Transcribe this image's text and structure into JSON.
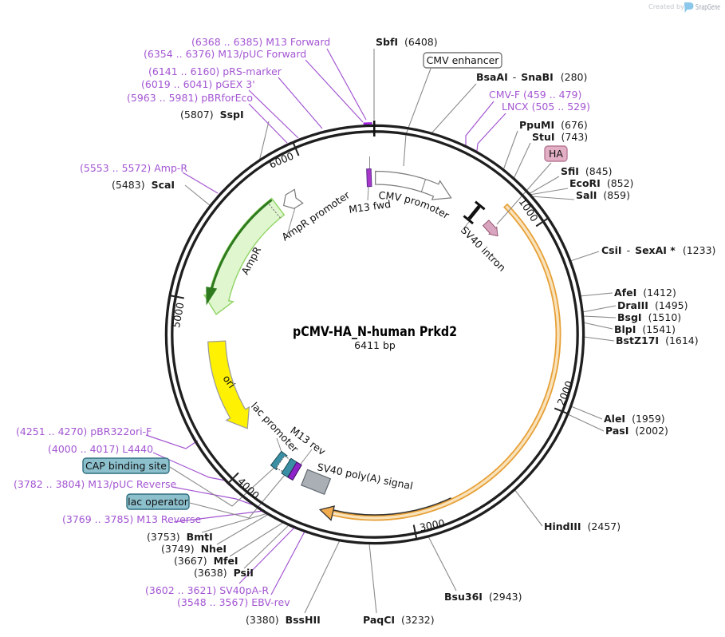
{
  "title": {
    "name": "pCMV-HA_N-human Prkd2",
    "size": "6411 bp"
  },
  "watermark": {
    "prefix": "Created by",
    "brand": "SnapGene",
    "icon": "snapgene-logo"
  },
  "scale": {
    "ticks": [
      "1000",
      "2000",
      "3000",
      "4000",
      "5000",
      "6000"
    ],
    "total_bp": 6411
  },
  "enzymes": [
    {
      "name": "SbfI",
      "pos": "(6408)"
    },
    {
      "name": "BsaAI",
      "sep": "-",
      "name2": "SnaBI",
      "pos": "(280)"
    },
    {
      "name": "PpuMI",
      "pos": "(676)"
    },
    {
      "name": "StuI",
      "pos": "(743)"
    },
    {
      "name": "SfiI",
      "pos": "(845)"
    },
    {
      "name": "EcoRI",
      "pos": "(852)"
    },
    {
      "name": "SalI",
      "pos": "(859)"
    },
    {
      "name": "CsiI",
      "sep": "-",
      "name2": "SexAI *",
      "pos": "(1233)"
    },
    {
      "name": "AfeI",
      "pos": "(1412)"
    },
    {
      "name": "DraIII",
      "pos": "(1495)"
    },
    {
      "name": "BsgI",
      "pos": "(1510)"
    },
    {
      "name": "BlpI",
      "pos": "(1541)"
    },
    {
      "name": "BstZ17I",
      "pos": "(1614)"
    },
    {
      "name": "AleI",
      "pos": "(1959)"
    },
    {
      "name": "PasI",
      "pos": "(2002)"
    },
    {
      "name": "HindIII",
      "pos": "(2457)"
    },
    {
      "name": "Bsu36I",
      "pos": "(2943)"
    },
    {
      "name": "PaqCI",
      "pos": "(3232)"
    },
    {
      "name": "BssHII",
      "pos": "(3380)"
    },
    {
      "name": "PsiI",
      "pos": "(3638)"
    },
    {
      "name": "MfeI",
      "pos": "(3667)"
    },
    {
      "name": "NheI",
      "pos": "(3749)"
    },
    {
      "name": "BmtI",
      "pos": "(3753)"
    },
    {
      "name": "ScaI",
      "pos": "(5483)"
    },
    {
      "name": "SspI",
      "pos": "(5807)"
    }
  ],
  "primers": [
    {
      "text": "(6368 .. 6385)  M13 Forward"
    },
    {
      "text": "(6354 .. 6376)  M13/pUC Forward"
    },
    {
      "text": "(6141 .. 6160)  pRS-marker"
    },
    {
      "text": "(6019 .. 6041)  pGEX 3'"
    },
    {
      "text": "(5963 .. 5981)  pBRforEco"
    },
    {
      "text": "(5553 .. 5572)  Amp-R"
    },
    {
      "text": "CMV-F  (459 .. 479)"
    },
    {
      "text": "LNCX  (505 .. 529)"
    },
    {
      "text": "(4251 .. 4270)  pBR322ori-F"
    },
    {
      "text": "(4000 .. 4017)  L4440"
    },
    {
      "text": "(3782 .. 3804)  M13/pUC Reverse"
    },
    {
      "text": "(3769 .. 3785)  M13 Reverse"
    },
    {
      "text": "(3602 .. 3621)  SV40pA-R"
    },
    {
      "text": "(3548 .. 3567)  EBV-rev"
    }
  ],
  "boxed": {
    "cmv_enhancer": "CMV enhancer",
    "ha": "HA",
    "cap": "CAP binding site",
    "lac_operator": "lac operator"
  },
  "features": {
    "cmv_promoter": "CMV promoter",
    "m13_fwd": "M13 fwd",
    "sv40_intron": "SV40 intron",
    "ampr": "AmpR",
    "ampr_promoter": "AmpR promoter",
    "ori": "ori",
    "lac_promoter": "lac promoter",
    "m13_rev": "M13 rev",
    "sv40_polya": "SV40 poly(A) signal"
  },
  "colors": {
    "backbone": "#1f1f1f",
    "leader": "#8a8a8a",
    "purple": "#A356D2",
    "primer_mark": "#A020E0",
    "orange_edge": "#E7A038",
    "orange_fill": "#F9E3BC",
    "orange_head": "#F2AC4E",
    "dark": "#333333",
    "green_fill": "#DFF6CF",
    "green_edge": "#8FD463",
    "green_dark": "#2E7A1E",
    "yellow": "#FEF102",
    "teal_box": "#8CC0CD",
    "teal_border": "#2F6E7E",
    "teal_feat": "#3A8FA4",
    "teal_feat_border": "#1C4A55",
    "pink_box": "#E2AFC4",
    "pink_border": "#B87C96",
    "pink_feat": "#D9A4BF",
    "pink_feat_border": "#93566F",
    "m13rev_fill": "#8E24C8",
    "m13rev_border": "#3F1165",
    "gray_box": "#A9AFB5",
    "gray_box_border": "#60676E",
    "wm_gray": "#C2C6CD",
    "wm_dark": "#9FA5B0",
    "wm_blue": "#8BC7EA"
  }
}
